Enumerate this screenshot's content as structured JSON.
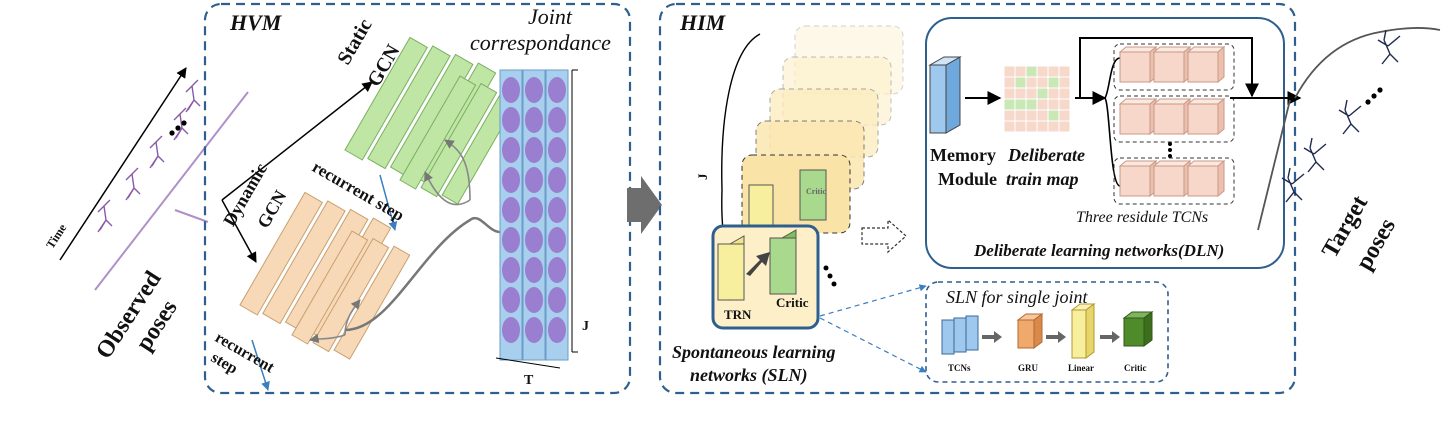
{
  "left_labels": {
    "time": "Time",
    "observed": "Observed",
    "poses": "poses"
  },
  "hvm": {
    "title": "HVM",
    "static": "Static",
    "static_gcn": "GCN",
    "dynamic": "Dynamic",
    "dynamic_gcn": "GCN",
    "recurrent_step_top": "recurrent step",
    "recurrent": "recurrent",
    "step": "step",
    "joint": "Joint",
    "correspondance": "correspondance",
    "j_label": "J",
    "t_label": "T"
  },
  "him": {
    "title": "HIM",
    "j_label": "J",
    "trn": "TRN",
    "critic": "Critic",
    "ghost_critic": "Critic",
    "sln_line1": "Spontaneous learning",
    "sln_line2": "networks (SLN)",
    "memory_line1": "Memory",
    "memory_line2": "Module",
    "deliberate_line1": "Deliberate",
    "deliberate_line2": "train map",
    "three_tcns": "Three residule TCNs",
    "dln": "Deliberate learning networks(DLN)",
    "sln_single_title": "SLN  for single joint",
    "sln_parts": [
      "TCNs",
      "GRU",
      "Linear",
      "Critic"
    ]
  },
  "right_labels": {
    "target": "Target",
    "poses": "poses"
  },
  "colors": {
    "dash_border": "#2e5f8f",
    "gcn_green": "#bfe6a4",
    "gcn_orange": "#f7d9b7",
    "joint_purple": "#9a7fd0",
    "joint_blue": "#a9cfee",
    "trn_yellow": "#f7ee9e",
    "critic_green": "#a8d98c",
    "tcn_peach": "#f7d7c9",
    "gru_orange": "#f0a86d",
    "critic_dark": "#4f8a2b",
    "memory_blue": "#9ec8ee",
    "map_green": "#c9e8b6",
    "map_peach": "#f6d9cb"
  }
}
